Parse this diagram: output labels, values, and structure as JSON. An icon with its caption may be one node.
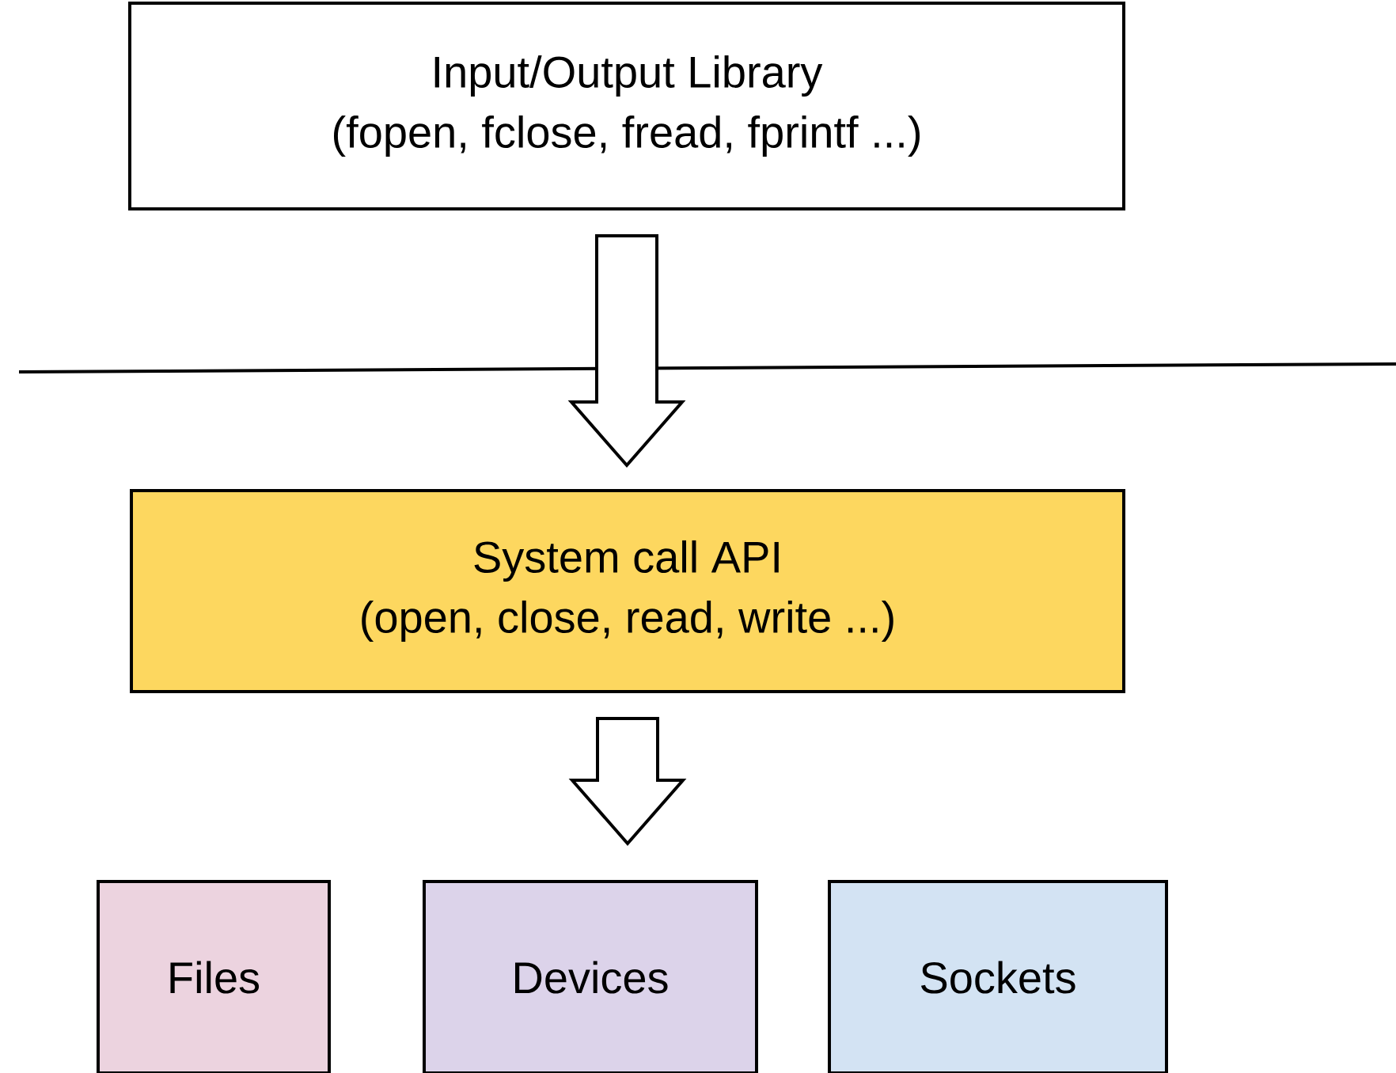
{
  "diagram": {
    "nodes": [
      {
        "text": [
          "Input/Output Library",
          "(fopen, fclose, fread, fprintf ...)"
        ]
      },
      {
        "text": [
          "System call API",
          "(open, close, read, write ...)"
        ]
      },
      {
        "text": [
          "Files"
        ]
      },
      {
        "text": [
          "Devices"
        ]
      },
      {
        "text": [
          "Sockets"
        ]
      }
    ],
    "edges": [
      {
        "from": 0,
        "to": 1,
        "arrow": "to"
      },
      {
        "from": 1,
        "to": null,
        "arrow": "to"
      }
    ]
  }
}
